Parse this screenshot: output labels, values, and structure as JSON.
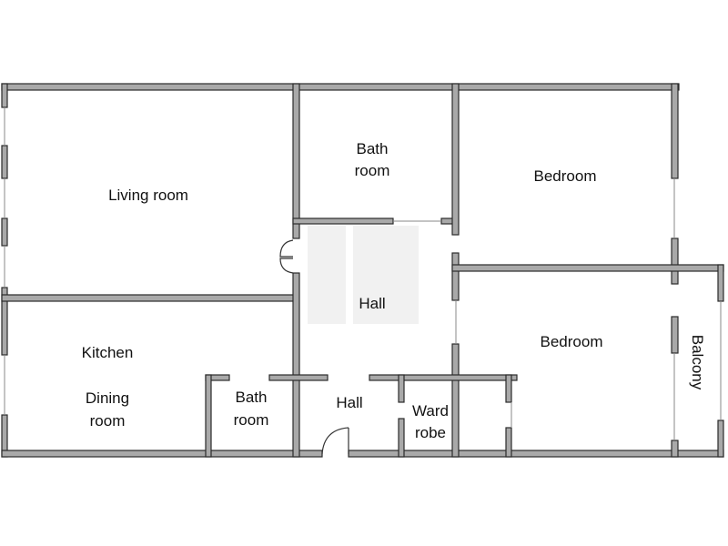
{
  "rooms": {
    "living_room": "Living room",
    "bath_room_top": [
      "Bath",
      "room"
    ],
    "bedroom_top": "Bedroom",
    "hall_center": "Hall",
    "bedroom_bottom": "Bedroom",
    "balcony": "Balcony",
    "kitchen": "Kitchen",
    "dining_room": [
      "Dining",
      "room"
    ],
    "bath_room_bottom": [
      "Bath",
      "room"
    ],
    "hall_entry": "Hall",
    "wardrobe": [
      "Ward",
      "robe"
    ]
  },
  "colors": {
    "wall": "#a9a9a9",
    "outline": "#2b2b2b",
    "text": "#111111"
  }
}
